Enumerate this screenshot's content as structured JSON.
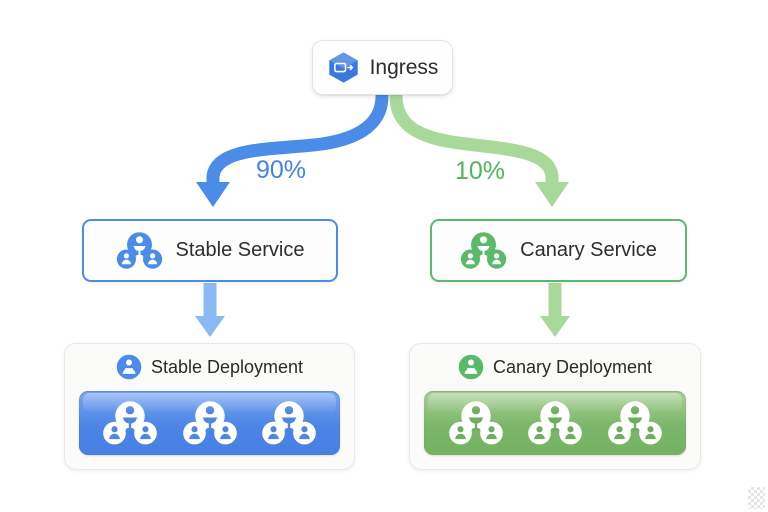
{
  "diagram": {
    "type": "canary-deployment-traffic-split",
    "ingress": {
      "label": "Ingress"
    },
    "traffic_split": {
      "stable_percent": "90%",
      "canary_percent": "10%"
    },
    "stable": {
      "service_label": "Stable Service",
      "deployment_label": "Stable Deployment",
      "pod_count": 3
    },
    "canary": {
      "service_label": "Canary Service",
      "deployment_label": "Canary Deployment",
      "pod_count": 3
    },
    "colors": {
      "stable_blue": "#4a8ce8",
      "stable_blue_text": "#4583e3",
      "stable_light_arrow": "#8abaf2",
      "stable_fill_gradient_top": "#79a7ef",
      "stable_fill": "#4b84e6",
      "canary_green": "#5bb96b",
      "canary_green_text": "#4db75a",
      "canary_light_arrow": "#a9d89b",
      "canary_fill_gradient_top": "#a8d096",
      "canary_fill": "#7bb669",
      "node_background": "#fdfdfd",
      "card_background": "#fbfbfa",
      "card_border": "#e8e8e6",
      "text": "#2b2b2b"
    }
  }
}
